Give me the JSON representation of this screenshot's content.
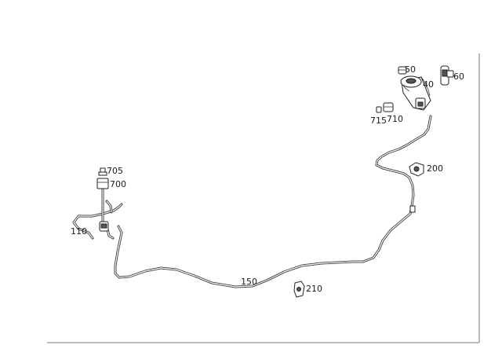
{
  "labels": {
    "p50": "50",
    "p60": "60",
    "p40": "40",
    "p710": "710",
    "p715": "715",
    "p200": "200",
    "p705": "705",
    "p700": "700",
    "p110": "110",
    "p150": "150",
    "p210": "210"
  }
}
